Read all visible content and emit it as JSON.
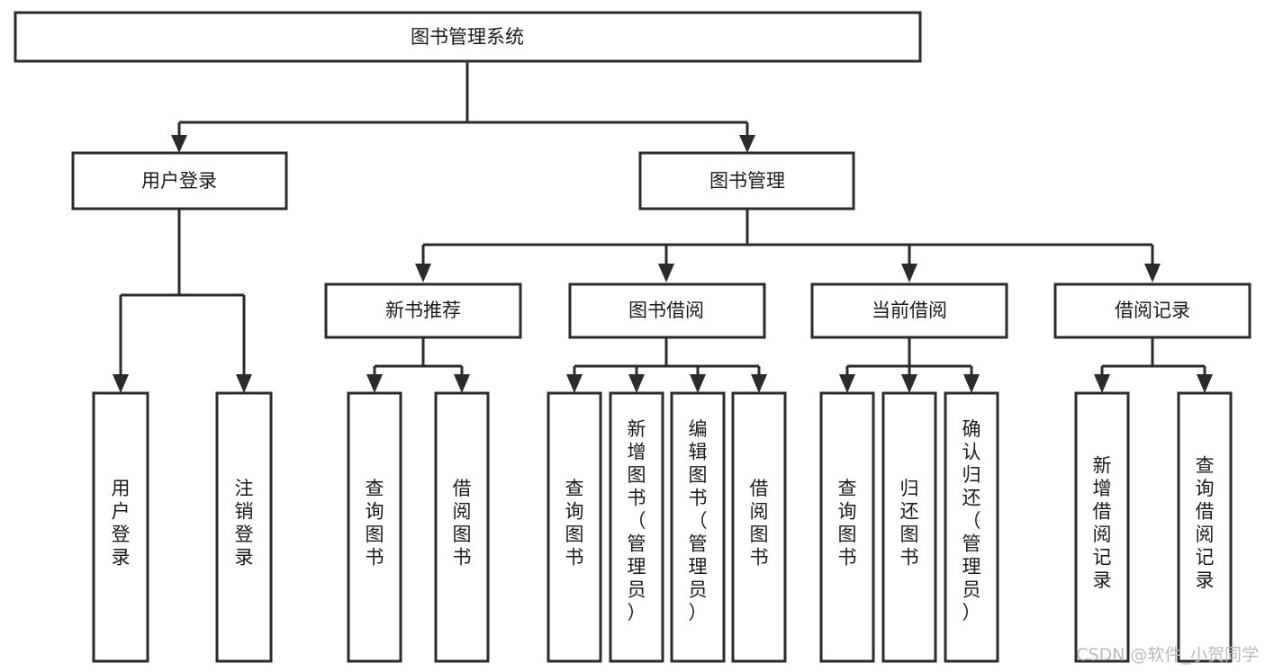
{
  "diagram": {
    "type": "tree",
    "title": "图书管理系统",
    "orientation": "top-down",
    "root": {
      "id": "root",
      "label": "图书管理系统"
    },
    "level2": [
      {
        "id": "user-login",
        "label": "用户登录"
      },
      {
        "id": "book-management",
        "label": "图书管理"
      }
    ],
    "level3": [
      {
        "id": "new-book-recommend",
        "label": "新书推荐",
        "parent": "book-management"
      },
      {
        "id": "book-borrow",
        "label": "图书借阅",
        "parent": "book-management"
      },
      {
        "id": "current-borrow",
        "label": "当前借阅",
        "parent": "book-management"
      },
      {
        "id": "borrow-record",
        "label": "借阅记录",
        "parent": "book-management"
      }
    ],
    "leaves": [
      {
        "id": "leaf-user-login",
        "label": "用户登录",
        "parent": "user-login"
      },
      {
        "id": "leaf-logout-login",
        "label": "注销登录",
        "parent": "user-login"
      },
      {
        "id": "leaf-query-book-1",
        "label": "查询图书",
        "parent": "new-book-recommend"
      },
      {
        "id": "leaf-borrow-book-1",
        "label": "借阅图书",
        "parent": "new-book-recommend"
      },
      {
        "id": "leaf-query-book-2",
        "label": "查询图书",
        "parent": "book-borrow"
      },
      {
        "id": "leaf-add-book",
        "label": "新增图书（管理员）",
        "parent": "book-borrow"
      },
      {
        "id": "leaf-edit-book",
        "label": "编辑图书（管理员）",
        "parent": "book-borrow"
      },
      {
        "id": "leaf-borrow-book-2",
        "label": "借阅图书",
        "parent": "book-borrow"
      },
      {
        "id": "leaf-query-book-3",
        "label": "查询图书",
        "parent": "current-borrow"
      },
      {
        "id": "leaf-return-book",
        "label": "归还图书",
        "parent": "current-borrow"
      },
      {
        "id": "leaf-confirm-return",
        "label": "确认归还（管理员）",
        "parent": "current-borrow"
      },
      {
        "id": "leaf-add-record",
        "label": "新增借阅记录",
        "parent": "borrow-record"
      },
      {
        "id": "leaf-query-record",
        "label": "查询借阅记录",
        "parent": "borrow-record"
      }
    ],
    "colors": {
      "stroke": "#2b2b2b",
      "fill": "#ffffff",
      "text": "#1a1a1a",
      "watermark": "#b9b9b9",
      "background": "#ffffff"
    }
  },
  "watermark": {
    "label": "CSDN @软件_小贺同学"
  }
}
